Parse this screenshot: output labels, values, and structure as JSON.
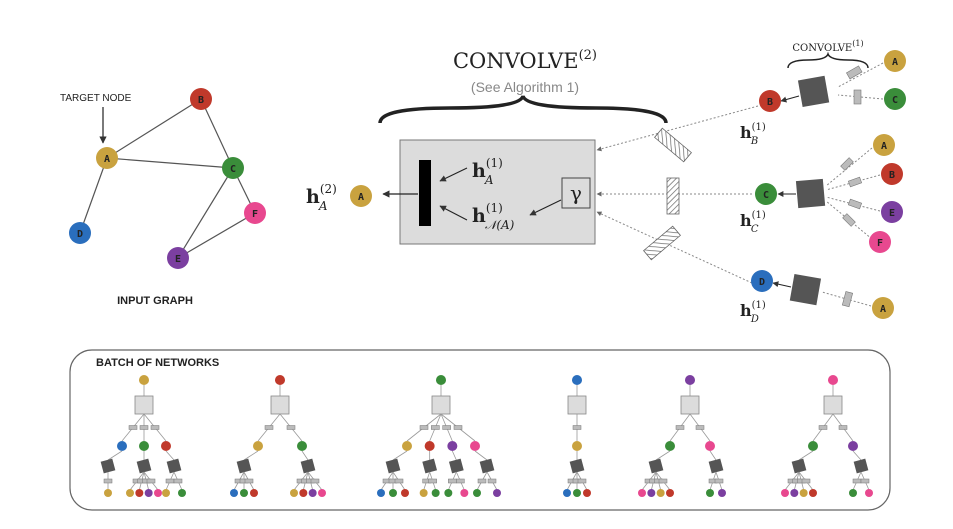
{
  "colors": {
    "A": "#c9a23f",
    "B": "#c0392b",
    "C": "#3a8d3a",
    "D": "#2a6ebd",
    "E": "#7b3fa0",
    "F": "#e8488f",
    "box_fill": "#dcdcdc",
    "agg_fill": "#555555",
    "arrow": "#333333"
  },
  "input_graph": {
    "target_label": "TARGET NODE",
    "caption": "INPUT GRAPH",
    "nodes": [
      "A",
      "B",
      "C",
      "D",
      "E",
      "F"
    ]
  },
  "convolve": {
    "title_main": "CONVOLVE",
    "title_sup": "(2)",
    "subtitle": "(See Algorithm 1)",
    "small_title_main": "CONVOLVE",
    "small_title_sup": "(1)",
    "gamma": "γ",
    "hA1_base": "h",
    "hA1_sub": "A",
    "hA1_sup": "(1)",
    "hN_base": "h",
    "hN_sub": "𝒩(A)",
    "hN_sup": "(1)",
    "hA2_base": "h",
    "hA2_sub": "A",
    "hA2_sup": "(2)",
    "hB_base": "h",
    "hB_sub": "B",
    "hB_sup": "(1)",
    "hC_base": "h",
    "hC_sub": "C",
    "hC_sup": "(1)",
    "hD_base": "h",
    "hD_sub": "D",
    "hD_sup": "(1)"
  },
  "batch": {
    "title": "BATCH OF NETWORKS"
  }
}
